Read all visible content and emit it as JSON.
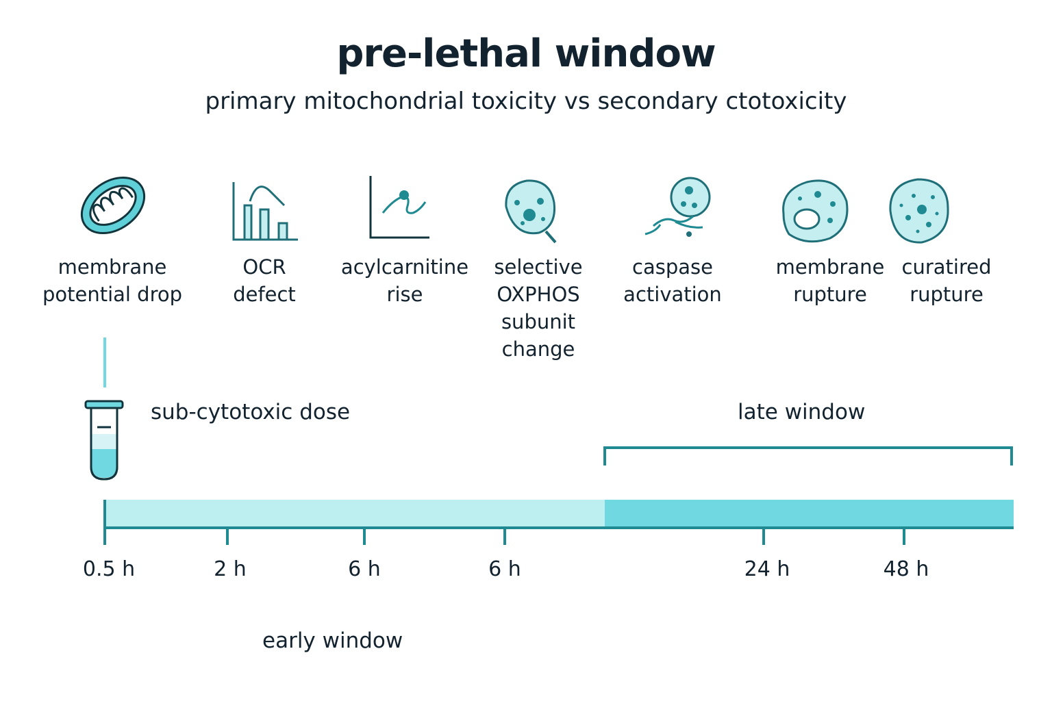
{
  "title": "pre-lethal window",
  "subtitle": "primary mitochondrial toxicity vs secondary ctotoxicity",
  "colors": {
    "dark": "#12222e",
    "teal": "#1f8a91",
    "light_teal": "#bdeef0",
    "mid_teal": "#6fd8e0",
    "icon_fill": "#c5eef0",
    "icon_stroke": "#1f6f78"
  },
  "stages": [
    {
      "label": "membrane\npotential drop",
      "icon": "mitochondrion-icon"
    },
    {
      "label": "OCR\ndefect",
      "icon": "bar-chart-icon"
    },
    {
      "label": "acylcarnitine\nrise",
      "icon": "line-graph-icon"
    },
    {
      "label": "selective\nOXPHOS\nsubunit\nchange",
      "icon": "cell-magnifier-icon"
    },
    {
      "label": "caspase\nactivation",
      "icon": "apoptotic-cell-icon"
    },
    {
      "label": "membrane\nrupture",
      "icon": "ruptured-cell-icon"
    },
    {
      "label": "curatired\nrupture",
      "icon": "fragmented-cell-icon"
    }
  ],
  "dose_label": "sub-cytotoxic dose",
  "late_window_label": "late window",
  "early_window_label": "early window",
  "ticks": [
    "0.5 h",
    "2 h",
    "6 h",
    "6 h",
    "24 h",
    "48 h"
  ]
}
